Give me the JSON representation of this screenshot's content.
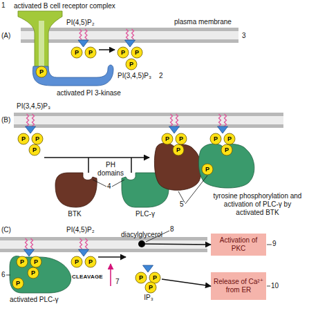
{
  "diagram": {
    "nodes": [
      {
        "text": [
          "diacylglycerol"
        ]
      },
      {
        "text": [
          "IP₃"
        ]
      },
      {
        "text": [
          "Activation of PKC"
        ]
      },
      {
        "text": [
          "Release of Ca²⁺ from ER"
        ]
      }
    ],
    "edges": [
      {
        "from": 0,
        "to": 2,
        "arrow": "to"
      },
      {
        "from": 1,
        "to": 3,
        "arrow": "to"
      }
    ],
    "labels": [
      "1",
      "activated B cell receptor complex",
      "(A)",
      "PI(4,5)P₂",
      "plasma membrane",
      "3",
      "P",
      "P",
      "P",
      "P",
      "P",
      "P",
      "activated PI 3-kinase",
      "PI(3,4,5)P₃",
      "2",
      "(B)",
      "PI(3,4,5)P₃",
      "P",
      "P",
      "P",
      "P",
      "P",
      "P",
      "P",
      "P",
      "P",
      "PH domains",
      "4",
      "P",
      "BTK",
      "PLC-γ",
      "tyrosine phosphorylation and activation of PLC-γ by activated BTK",
      "5",
      "(C)",
      "PI(4,5)P₂",
      "6",
      "P",
      "P",
      "P",
      "P",
      "P",
      "P",
      "CLEAVAGE",
      "7",
      "P",
      "P",
      "P",
      "activated PLC-γ",
      "8",
      "9",
      "10"
    ]
  }
}
